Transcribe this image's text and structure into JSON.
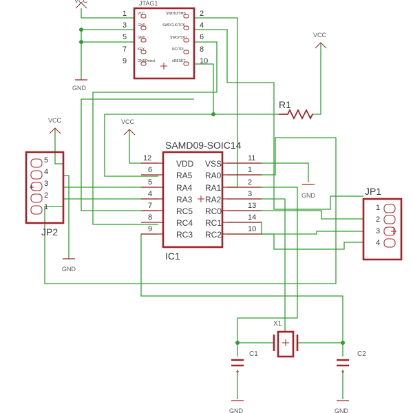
{
  "schematic": {
    "colors": {
      "wire": "#2e9e2e",
      "part": "#a0232a",
      "text": "#5a5a5a"
    },
    "power": {
      "vcc_label": "VCC",
      "gnd_label": "GND"
    },
    "jtag": {
      "name": "JTAG1",
      "left_pins": [
        "1",
        "3",
        "5",
        "7",
        "9"
      ],
      "right_pins": [
        "2",
        "4",
        "6",
        "8",
        "10"
      ],
      "left_signals": [
        "VCC",
        "GND",
        "GND",
        "KEY",
        "GNDDetect"
      ],
      "right_signals": [
        "SWDIO/TMS",
        "SWDCLK/TCK",
        "SWO/TDO",
        "NC/TDI",
        "nRESET"
      ]
    },
    "ic1": {
      "name": "IC1",
      "value": "SAMD09-SOIC14",
      "left_pin_numbers": [
        "12",
        "6",
        "5",
        "4",
        "7",
        "8",
        "9"
      ],
      "left_pin_names": [
        "VDD",
        "RA5",
        "RA4",
        "RA3",
        "RC5",
        "RC4",
        "RC3"
      ],
      "right_pin_numbers": [
        "11",
        "1",
        "2",
        "3",
        "13",
        "14",
        "10"
      ],
      "right_pin_names": [
        "VSS",
        "RA0",
        "RA1",
        "RA2",
        "RC0",
        "RC1",
        "RC2"
      ]
    },
    "jp1": {
      "name": "JP1",
      "pins": [
        "1",
        "2",
        "3",
        "4"
      ]
    },
    "jp2": {
      "name": "JP2",
      "pins": [
        "5",
        "4",
        "3",
        "2",
        "1"
      ]
    },
    "r1": {
      "name": "R1"
    },
    "x1": {
      "name": "X1"
    },
    "c1": {
      "name": "C1"
    },
    "c2": {
      "name": "C2"
    }
  }
}
